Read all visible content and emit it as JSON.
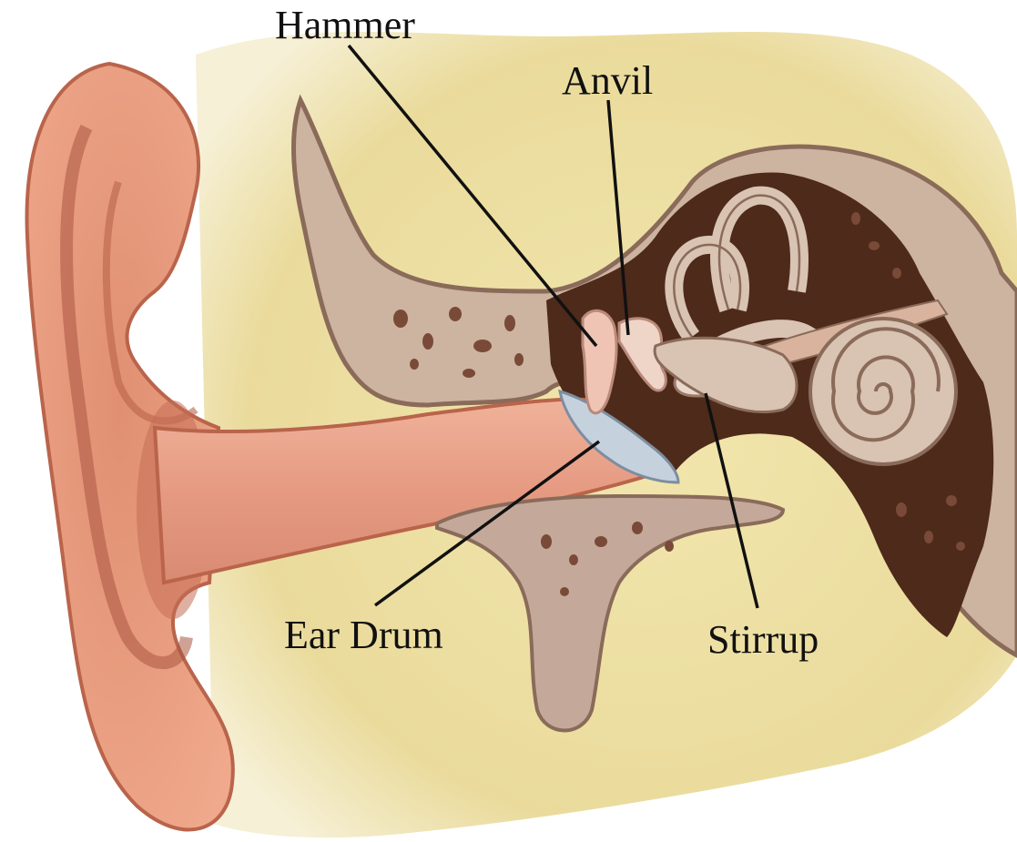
{
  "labels": {
    "hammer": "Hammer",
    "anvil": "Anvil",
    "ear_drum": "Ear Drum",
    "stirrup": "Stirrup"
  },
  "colors": {
    "skin": "#e9a184",
    "skin_dark": "#b9644b",
    "background_tissue": "#ede0a4",
    "bone": "#cdb4a0",
    "bone_outline": "#8a6b5a",
    "cavity": "#4e2a1a",
    "canal": "#e6a08a",
    "eardrum": "#c5d2de",
    "ossicle": "#f0c4b4",
    "leader_line": "#111111"
  },
  "icons": [
    "ear-anatomy-illustration"
  ]
}
